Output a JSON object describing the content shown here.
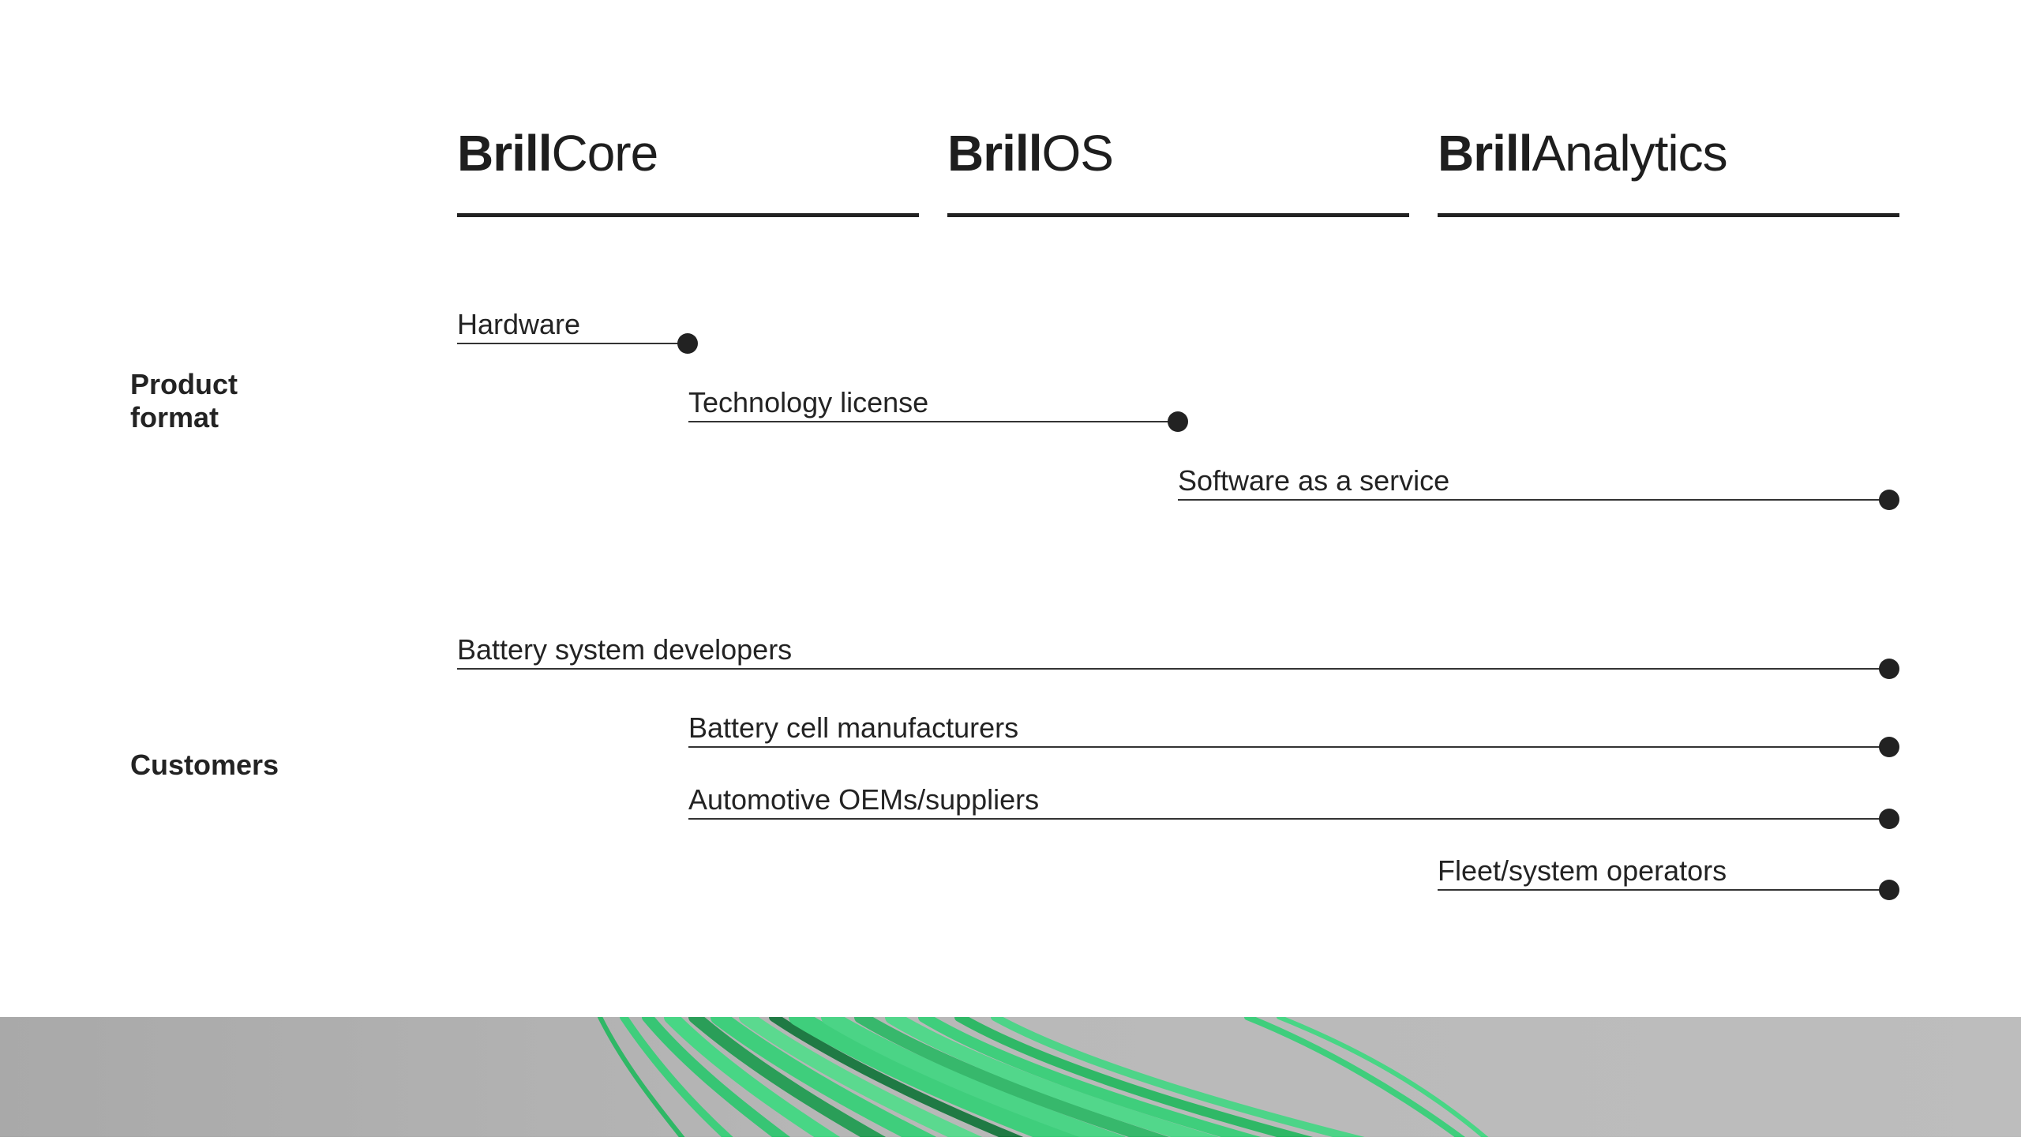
{
  "columns": [
    {
      "brand": "Brill",
      "product": "Core"
    },
    {
      "brand": "Brill",
      "product": "OS"
    },
    {
      "brand": "Brill",
      "product": "Analytics"
    }
  ],
  "sections": {
    "product_format": {
      "label_line1": "Product",
      "label_line2": "format",
      "items": [
        "Hardware",
        "Technology license",
        "Software as a service"
      ]
    },
    "customers": {
      "label": "Customers",
      "items": [
        "Battery system developers",
        "Battery cell manufacturers",
        "Automotive OEMs/suppliers",
        "Fleet/system operators"
      ]
    }
  },
  "colors": {
    "text": "#232323",
    "rule": "#222222",
    "footer_background": "#b7b7b7",
    "tube_green": "#3fce7c"
  }
}
